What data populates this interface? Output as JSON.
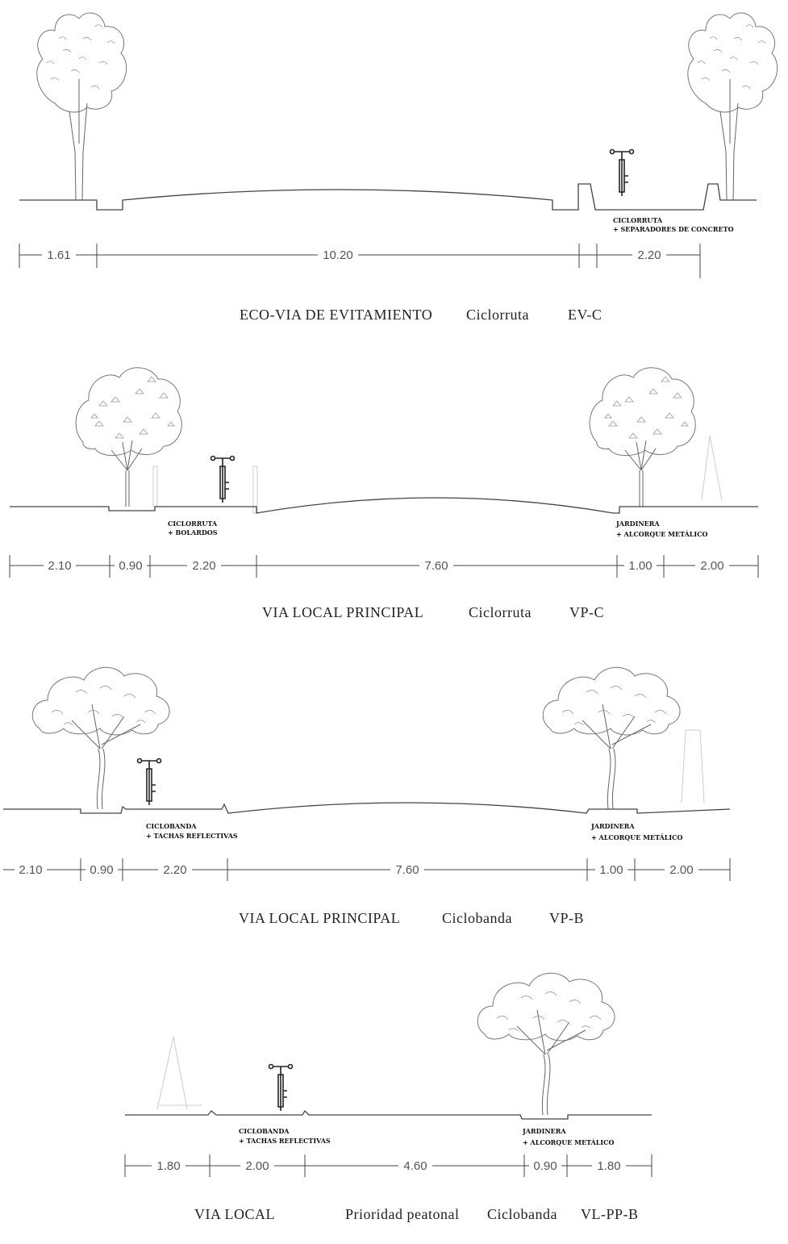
{
  "sections": [
    {
      "caption": {
        "name": "ECO-VIA DE EVITAMIENTO",
        "type": "Ciclorruta",
        "code": "EV-C"
      },
      "notes": [
        {
          "line1": "CICLORRUTA",
          "line2": "+ SEPARADORES DE CONCRETO"
        }
      ],
      "dimensions": [
        "1.61",
        "10.20",
        "2.20"
      ]
    },
    {
      "caption": {
        "name": "VIA LOCAL PRINCIPAL",
        "type": "Ciclorruta",
        "code": "VP-C"
      },
      "notes": [
        {
          "line1": "CICLORRUTA",
          "line2": "+ BOLARDOS"
        },
        {
          "line1": "JARDINERA",
          "line2": "+ ALCORQUE METÁLICO"
        }
      ],
      "dimensions": [
        "2.10",
        "0.90",
        "2.20",
        "7.60",
        "1.00",
        "2.00"
      ]
    },
    {
      "caption": {
        "name": "VIA LOCAL PRINCIPAL",
        "type": "Ciclobanda",
        "code": "VP-B"
      },
      "notes": [
        {
          "line1": "CICLOBANDA",
          "line2": "+ TACHAS REFLECTIVAS"
        },
        {
          "line1": "JARDINERA",
          "line2": "+ ALCORQUE METÁLICO"
        }
      ],
      "dimensions": [
        "2.10",
        "0.90",
        "2.20",
        "7.60",
        "1.00",
        "2.00"
      ]
    },
    {
      "caption": {
        "name": "VIA LOCAL",
        "priority": "Prioridad peatonal",
        "type": "Ciclobanda",
        "code": "VL-PP-B"
      },
      "notes": [
        {
          "line1": "CICLOBANDA",
          "line2": "+ TACHAS REFLECTIVAS"
        },
        {
          "line1": "JARDINERA",
          "line2": "+ ALCORQUE METÁLICO"
        }
      ],
      "dimensions": [
        "1.80",
        "2.00",
        "4.60",
        "0.90",
        "1.80"
      ]
    }
  ]
}
